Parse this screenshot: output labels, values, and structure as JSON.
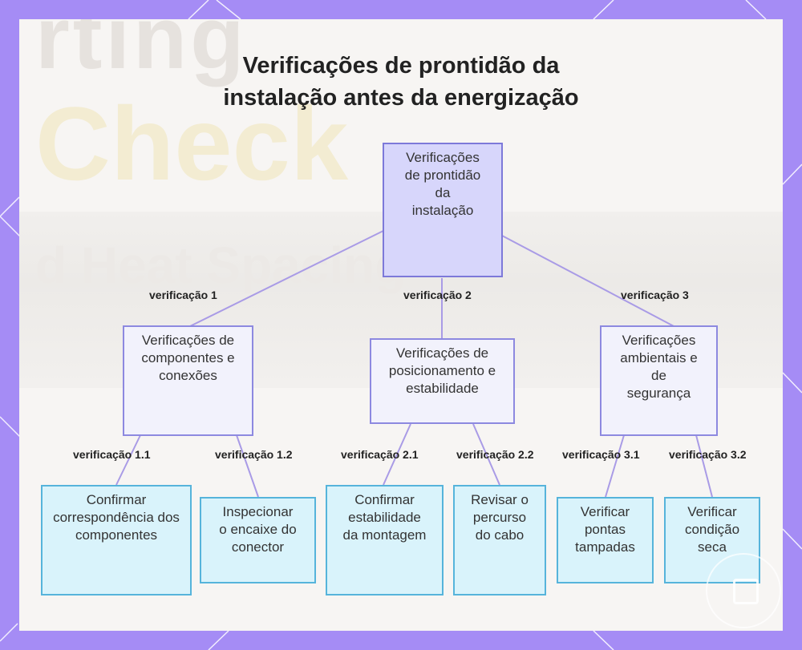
{
  "background_text": {
    "line1": "rting",
    "line2": "Check",
    "line3": "d Heat Spacing"
  },
  "title": {
    "line1": "Verificações de prontidão da",
    "line2": "instalação antes da energização"
  },
  "root": {
    "label": "Verificações de prontidão da instalação"
  },
  "branches": [
    {
      "edge_label": "verificação 1",
      "label": "Verificações de componentes e conexões"
    },
    {
      "edge_label": "verificação 2",
      "label": "Verificações de posicionamento e estabilidade"
    },
    {
      "edge_label": "verificação 3",
      "label": "Verificações ambientais e de segurança"
    }
  ],
  "leaves": [
    {
      "edge_label": "verificação 1.1",
      "label": "Confirmar correspondência dos componentes"
    },
    {
      "edge_label": "verificação 1.2",
      "label": "Inspecionar o encaixe do conector"
    },
    {
      "edge_label": "verificação 2.1",
      "label": "Confirmar estabilidade da montagem"
    },
    {
      "edge_label": "verificação 2.2",
      "label": "Revisar o percurso do cabo"
    },
    {
      "edge_label": "verificação 3.1",
      "label": "Verificar pontas tampadas"
    },
    {
      "edge_label": "verificação 3.2",
      "label": "Verificar condição seca"
    }
  ],
  "colors": {
    "frame": "#a58cf5",
    "root_fill": "#d7d6fb",
    "mid_fill": "#f2f2fc",
    "leaf_fill": "#d9f3fb",
    "edge": "#a99be6"
  }
}
